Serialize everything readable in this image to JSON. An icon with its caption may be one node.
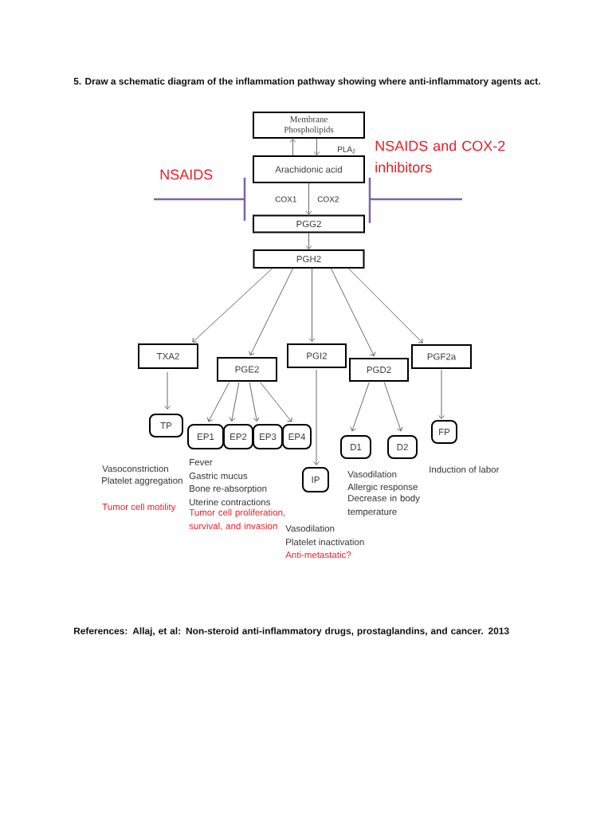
{
  "diagram": {
    "title": "5. Draw a schematic diagram of the inflammation pathway showing where anti-inflammatory agents act.",
    "nodes": [
      {
        "text": [
          "Membrane Phospholipids"
        ]
      },
      {
        "text": [
          "Arachidonic acid"
        ]
      },
      {
        "text": [
          "PGG2"
        ]
      },
      {
        "text": [
          "PGH2"
        ]
      },
      {
        "text": [
          "TXA2"
        ]
      },
      {
        "text": [
          "PGE2"
        ]
      },
      {
        "text": [
          "PGI2"
        ]
      },
      {
        "text": [
          "PGD2"
        ]
      },
      {
        "text": [
          "PGF2a"
        ]
      },
      {
        "text": [
          "TP"
        ]
      },
      {
        "text": [
          "EP1"
        ]
      },
      {
        "text": [
          "EP2"
        ]
      },
      {
        "text": [
          "EP3"
        ]
      },
      {
        "text": [
          "EP4"
        ]
      },
      {
        "text": [
          "IP"
        ]
      },
      {
        "text": [
          "D1"
        ]
      },
      {
        "text": [
          "D2"
        ]
      },
      {
        "text": [
          "FP"
        ]
      }
    ],
    "edges": [
      {
        "from": 1,
        "to": 0,
        "arrow": "to"
      },
      {
        "from": 0,
        "to": 1,
        "arrow": "to",
        "label": "PLA$_{2}$"
      },
      {
        "from": 1,
        "to": 2,
        "arrow": "to"
      },
      {
        "from": 2,
        "to": 3,
        "arrow": "to"
      },
      {
        "from": 3,
        "to": 4,
        "arrow": "to"
      },
      {
        "from": 3,
        "to": 5,
        "arrow": "to"
      },
      {
        "from": 3,
        "to": 6,
        "arrow": "to"
      },
      {
        "from": 3,
        "to": 7,
        "arrow": "to"
      },
      {
        "from": 3,
        "to": 8,
        "arrow": "to"
      },
      {
        "from": 4,
        "to": 9,
        "arrow": "to"
      },
      {
        "from": 5,
        "to": 10,
        "arrow": "to"
      },
      {
        "from": 5,
        "to": 11,
        "arrow": "to"
      },
      {
        "from": 5,
        "to": 12,
        "arrow": "to"
      },
      {
        "from": 5,
        "to": 13,
        "arrow": "to"
      },
      {
        "from": 6,
        "to": 14,
        "arrow": "to"
      },
      {
        "from": 7,
        "to": 15,
        "arrow": "to"
      },
      {
        "from": 7,
        "to": 16,
        "arrow": "to"
      },
      {
        "from": 8,
        "to": 17,
        "arrow": "to"
      }
    ],
    "labels": [
      "NSAIDS and COX-2 inhibitors",
      "NSAIDS",
      "COX1",
      "COX2",
      "Vasoconstriction",
      "Platelet aggregation",
      "Tumor cell motility",
      "Fever",
      "Gastric mucus",
      "Bone re-absorption",
      "Uterine contractions",
      "Tumor cell proliferation, survival, and invasion",
      "Vasodilation",
      "Platelet inactivation",
      "Anti-metastatic?",
      "Vasodilation",
      "Allergic response",
      "Decrease in body temperature",
      "Induction of labor",
      "References: Allaj, et al: Non-steroid anti-inflammatory drugs, prostaglandins, and cancer. 2013"
    ]
  }
}
